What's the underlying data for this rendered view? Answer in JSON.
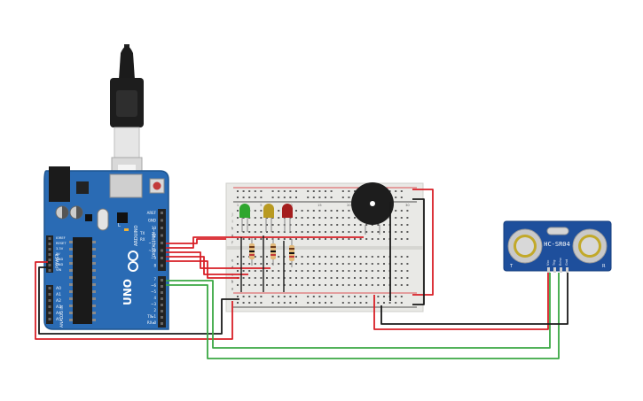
{
  "arduino": {
    "brand": "ARDUINO",
    "model": "UNO",
    "power_header": "POWER",
    "analog_header": "ANALOG IN",
    "digital_header": "DIGITAL (PWM~)",
    "power_pins": [
      "IOREF",
      "RESET",
      "3.3V",
      "5V",
      "GND",
      "GND",
      "VIN"
    ],
    "analog_pins": [
      "A0",
      "A1",
      "A2",
      "A3",
      "A4",
      "A5"
    ],
    "top_pins": [
      "AREF",
      "GND",
      "13",
      "12",
      "~11",
      "~10",
      "~9",
      "8"
    ],
    "bottom_pins": [
      "7",
      "~6",
      "~5",
      "4",
      "~3",
      "2",
      "TX▸1",
      "RX◂0"
    ],
    "tx_label": "TX",
    "rx_label": "RX",
    "l_label": "L"
  },
  "breadboard": {
    "row_labels": [
      "a",
      "b",
      "c",
      "d",
      "e",
      "f",
      "g",
      "h",
      "i",
      "j"
    ],
    "col_numbers": [
      "1",
      "5",
      "10",
      "15",
      "20",
      "25",
      "30"
    ]
  },
  "sensor": {
    "model": "HC-SR04",
    "pins": [
      "Vcc",
      "Trig",
      "Echo",
      "Gnd"
    ],
    "side_labels": [
      "T",
      "R"
    ]
  },
  "colors": {
    "wire_red": "#d81f26",
    "wire_black": "#1a1a1a",
    "wire_green": "#3aa843",
    "board_blue": "#2a6bb4",
    "sensor_blue": "#1e4f9c",
    "led_green": "#2ea62e",
    "led_yellow": "#b89a22",
    "led_red": "#a41e1e"
  }
}
